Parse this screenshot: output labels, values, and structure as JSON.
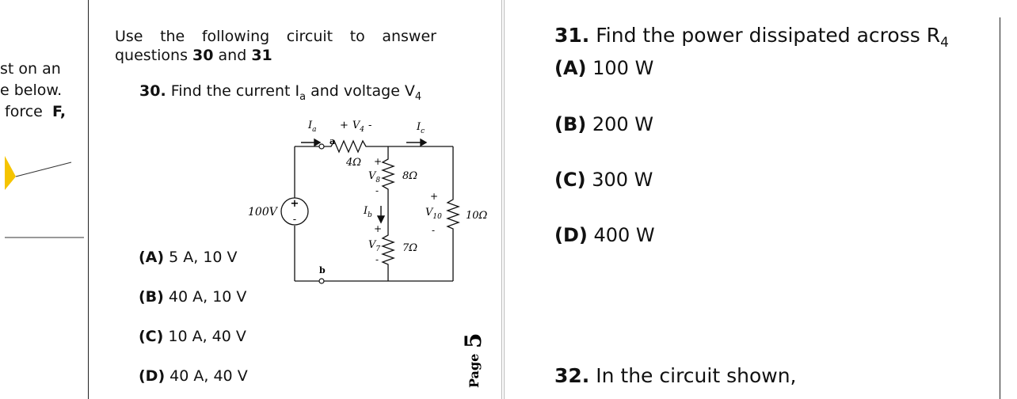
{
  "left_fragment": {
    "lines": [
      "st on an",
      "e below.",
      "force"
    ],
    "bold_tail": "F,"
  },
  "middle": {
    "intro_line1_words": [
      "Use",
      "the",
      "following",
      "circuit",
      "to",
      "answer"
    ],
    "intro_line2_prefix": "questions ",
    "intro_q1": "30",
    "intro_and": " and ",
    "intro_q2": "31",
    "q30_number": "30.",
    "q30_text": " Find the current I",
    "q30_sub_a": "a",
    "q30_text2": " and voltage V",
    "q30_sub_4": "4",
    "choices": [
      {
        "letter": "(A)",
        "text": " 5 A, 10 V"
      },
      {
        "letter": "(B)",
        "text": " 40 A, 10 V"
      },
      {
        "letter": "(C)",
        "text": " 10 A, 40 V"
      },
      {
        "letter": "(D)",
        "text": " 40 A, 40 V"
      }
    ],
    "page_label": "Page",
    "page_number": "5"
  },
  "circuit": {
    "source": "100V",
    "Ia": "I",
    "Ia_sub": "a",
    "Ic": "I",
    "Ic_sub": "c",
    "Ib": "I",
    "Ib_sub": "b",
    "node_a": "a",
    "node_b": "b",
    "V4_plus": "+",
    "V4": "V",
    "V4_sub": "4",
    "V4_minus": "-",
    "r4": "4Ω",
    "r8": "8Ω",
    "r7": "7Ω",
    "r10": "10Ω",
    "V8": "V",
    "V8_sub": "8",
    "V7": "V",
    "V7_sub": "7",
    "V10": "V",
    "V10_sub": "10",
    "plus": "+",
    "minus": "-"
  },
  "right": {
    "q31_number": "31.",
    "q31_text": " Find the power dissipated across R",
    "q31_sub": "4",
    "choices": [
      {
        "letter": "(A)",
        "text": " 100 W"
      },
      {
        "letter": "(B)",
        "text": " 200 W"
      },
      {
        "letter": "(C)",
        "text": " 300 W"
      },
      {
        "letter": "(D)",
        "text": " 400 W"
      }
    ],
    "q32_number": "32.",
    "q32_text": " In the circuit shown,"
  },
  "colors": {
    "triangle": "#f5c400",
    "rule": "#222222"
  }
}
